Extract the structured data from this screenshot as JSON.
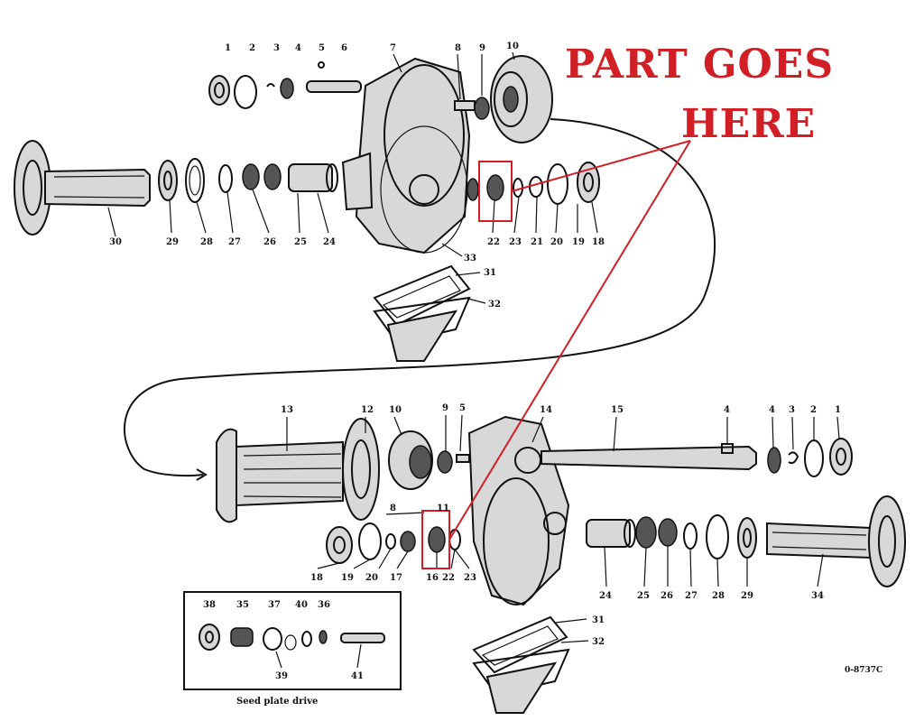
{
  "annotation": {
    "callout_lines": [
      "PART GOES",
      "HERE"
    ],
    "color": "#d21f26"
  },
  "inset": {
    "caption": "Seed plate drive"
  },
  "drawing_code": "0-8737C",
  "upper_assembly_labels": [
    "1",
    "2",
    "3",
    "4",
    "5",
    "6",
    "7",
    "8",
    "9",
    "10",
    "30",
    "29",
    "28",
    "27",
    "26",
    "25",
    "24",
    "22",
    "23",
    "21",
    "20",
    "19",
    "18",
    "33",
    "31",
    "32"
  ],
  "lower_assembly_labels": [
    "13",
    "12",
    "10",
    "9",
    "5",
    "14",
    "15",
    "4",
    "4",
    "3",
    "2",
    "1",
    "8",
    "11",
    "18",
    "19",
    "20",
    "17",
    "16",
    "22",
    "23",
    "24",
    "25",
    "26",
    "27",
    "28",
    "29",
    "34",
    "31",
    "32"
  ],
  "inset_labels": [
    "38",
    "35",
    "37",
    "40",
    "36",
    "39",
    "41"
  ]
}
